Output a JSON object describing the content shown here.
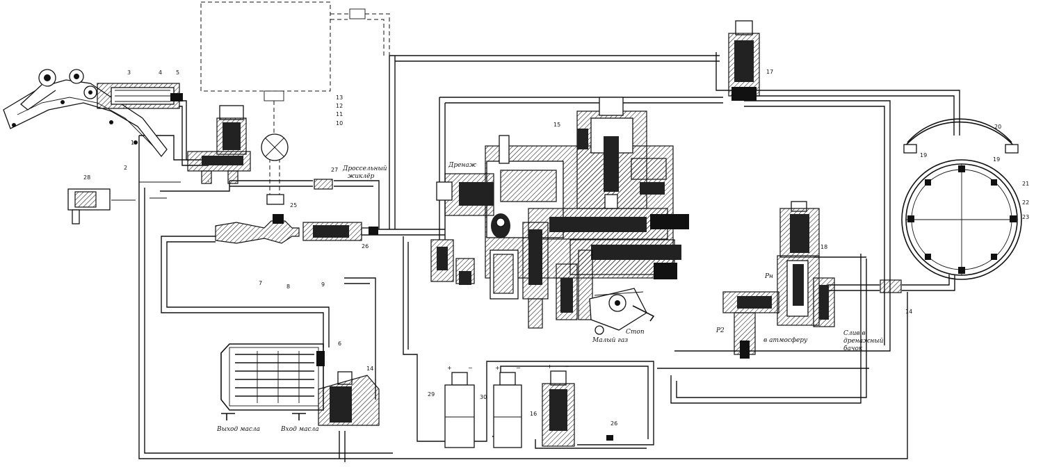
{
  "part_numbers": {
    "p1": "1",
    "p2": "2",
    "p3": "3",
    "p4": "4",
    "p5": "5",
    "p6": "6",
    "p7": "7",
    "p8": "8",
    "p9": "9",
    "p10": "10",
    "p11": "11",
    "p12": "12",
    "p13": "13",
    "p14a": "14",
    "p14b": "14",
    "p15": "15",
    "p16": "16",
    "p17": "17",
    "p18": "18",
    "p19a": "19",
    "p19b": "19",
    "p20": "20",
    "p21": "21",
    "p22": "22",
    "p23": "23",
    "p25": "25",
    "p26a": "26",
    "p26b": "26",
    "p27": "27",
    "p28": "28",
    "p29": "29",
    "p30": "30"
  },
  "labels": {
    "throttle_valve_line1": "Дроссельный",
    "throttle_valve_line2": "жиклёр",
    "drain": "Дренаж",
    "idle": "Малый газ",
    "stop": "Стоп",
    "to_atmosphere": "в атмосферу",
    "drain_tank_line1": "Слив в",
    "drain_tank_line2": "дренажный",
    "drain_tank_line3": "бачок",
    "oil_outlet": "Выход масла",
    "oil_inlet": "Вход масла",
    "p_n": "Pн",
    "p_2": "P2"
  },
  "terminals": {
    "plus": "+",
    "minus": "−"
  }
}
